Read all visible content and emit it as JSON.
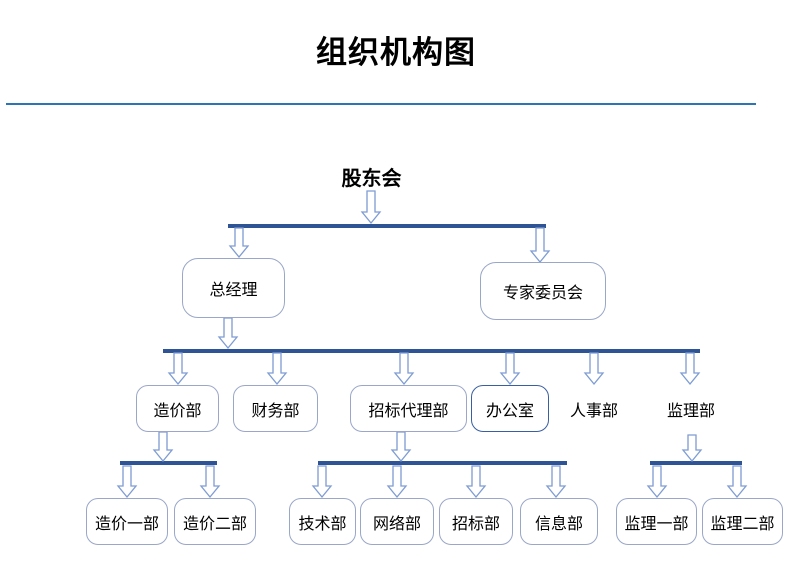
{
  "title": "组织机构图",
  "colors": {
    "divider": "#2E74B5",
    "connector_bar": "#2F5496",
    "arrow_outline": "#7E9CD3",
    "box_border": "#9AA7C8",
    "office_box_border": "#3A5FA0"
  },
  "org": {
    "root": {
      "label": "股东会"
    },
    "executives": [
      {
        "label": "总经理"
      },
      {
        "label": "专家委员会"
      }
    ],
    "departments": [
      {
        "label": "造价部",
        "children": [
          "造价一部",
          "造价二部"
        ]
      },
      {
        "label": "财务部",
        "children": []
      },
      {
        "label": "招标代理部",
        "children": [
          "技术部",
          "网络部",
          "招标部",
          "信息部"
        ]
      },
      {
        "label": "办公室",
        "children": []
      },
      {
        "label": "人事部",
        "children": []
      },
      {
        "label": "监理部",
        "children": [
          "监理一部",
          "监理二部"
        ]
      }
    ]
  }
}
